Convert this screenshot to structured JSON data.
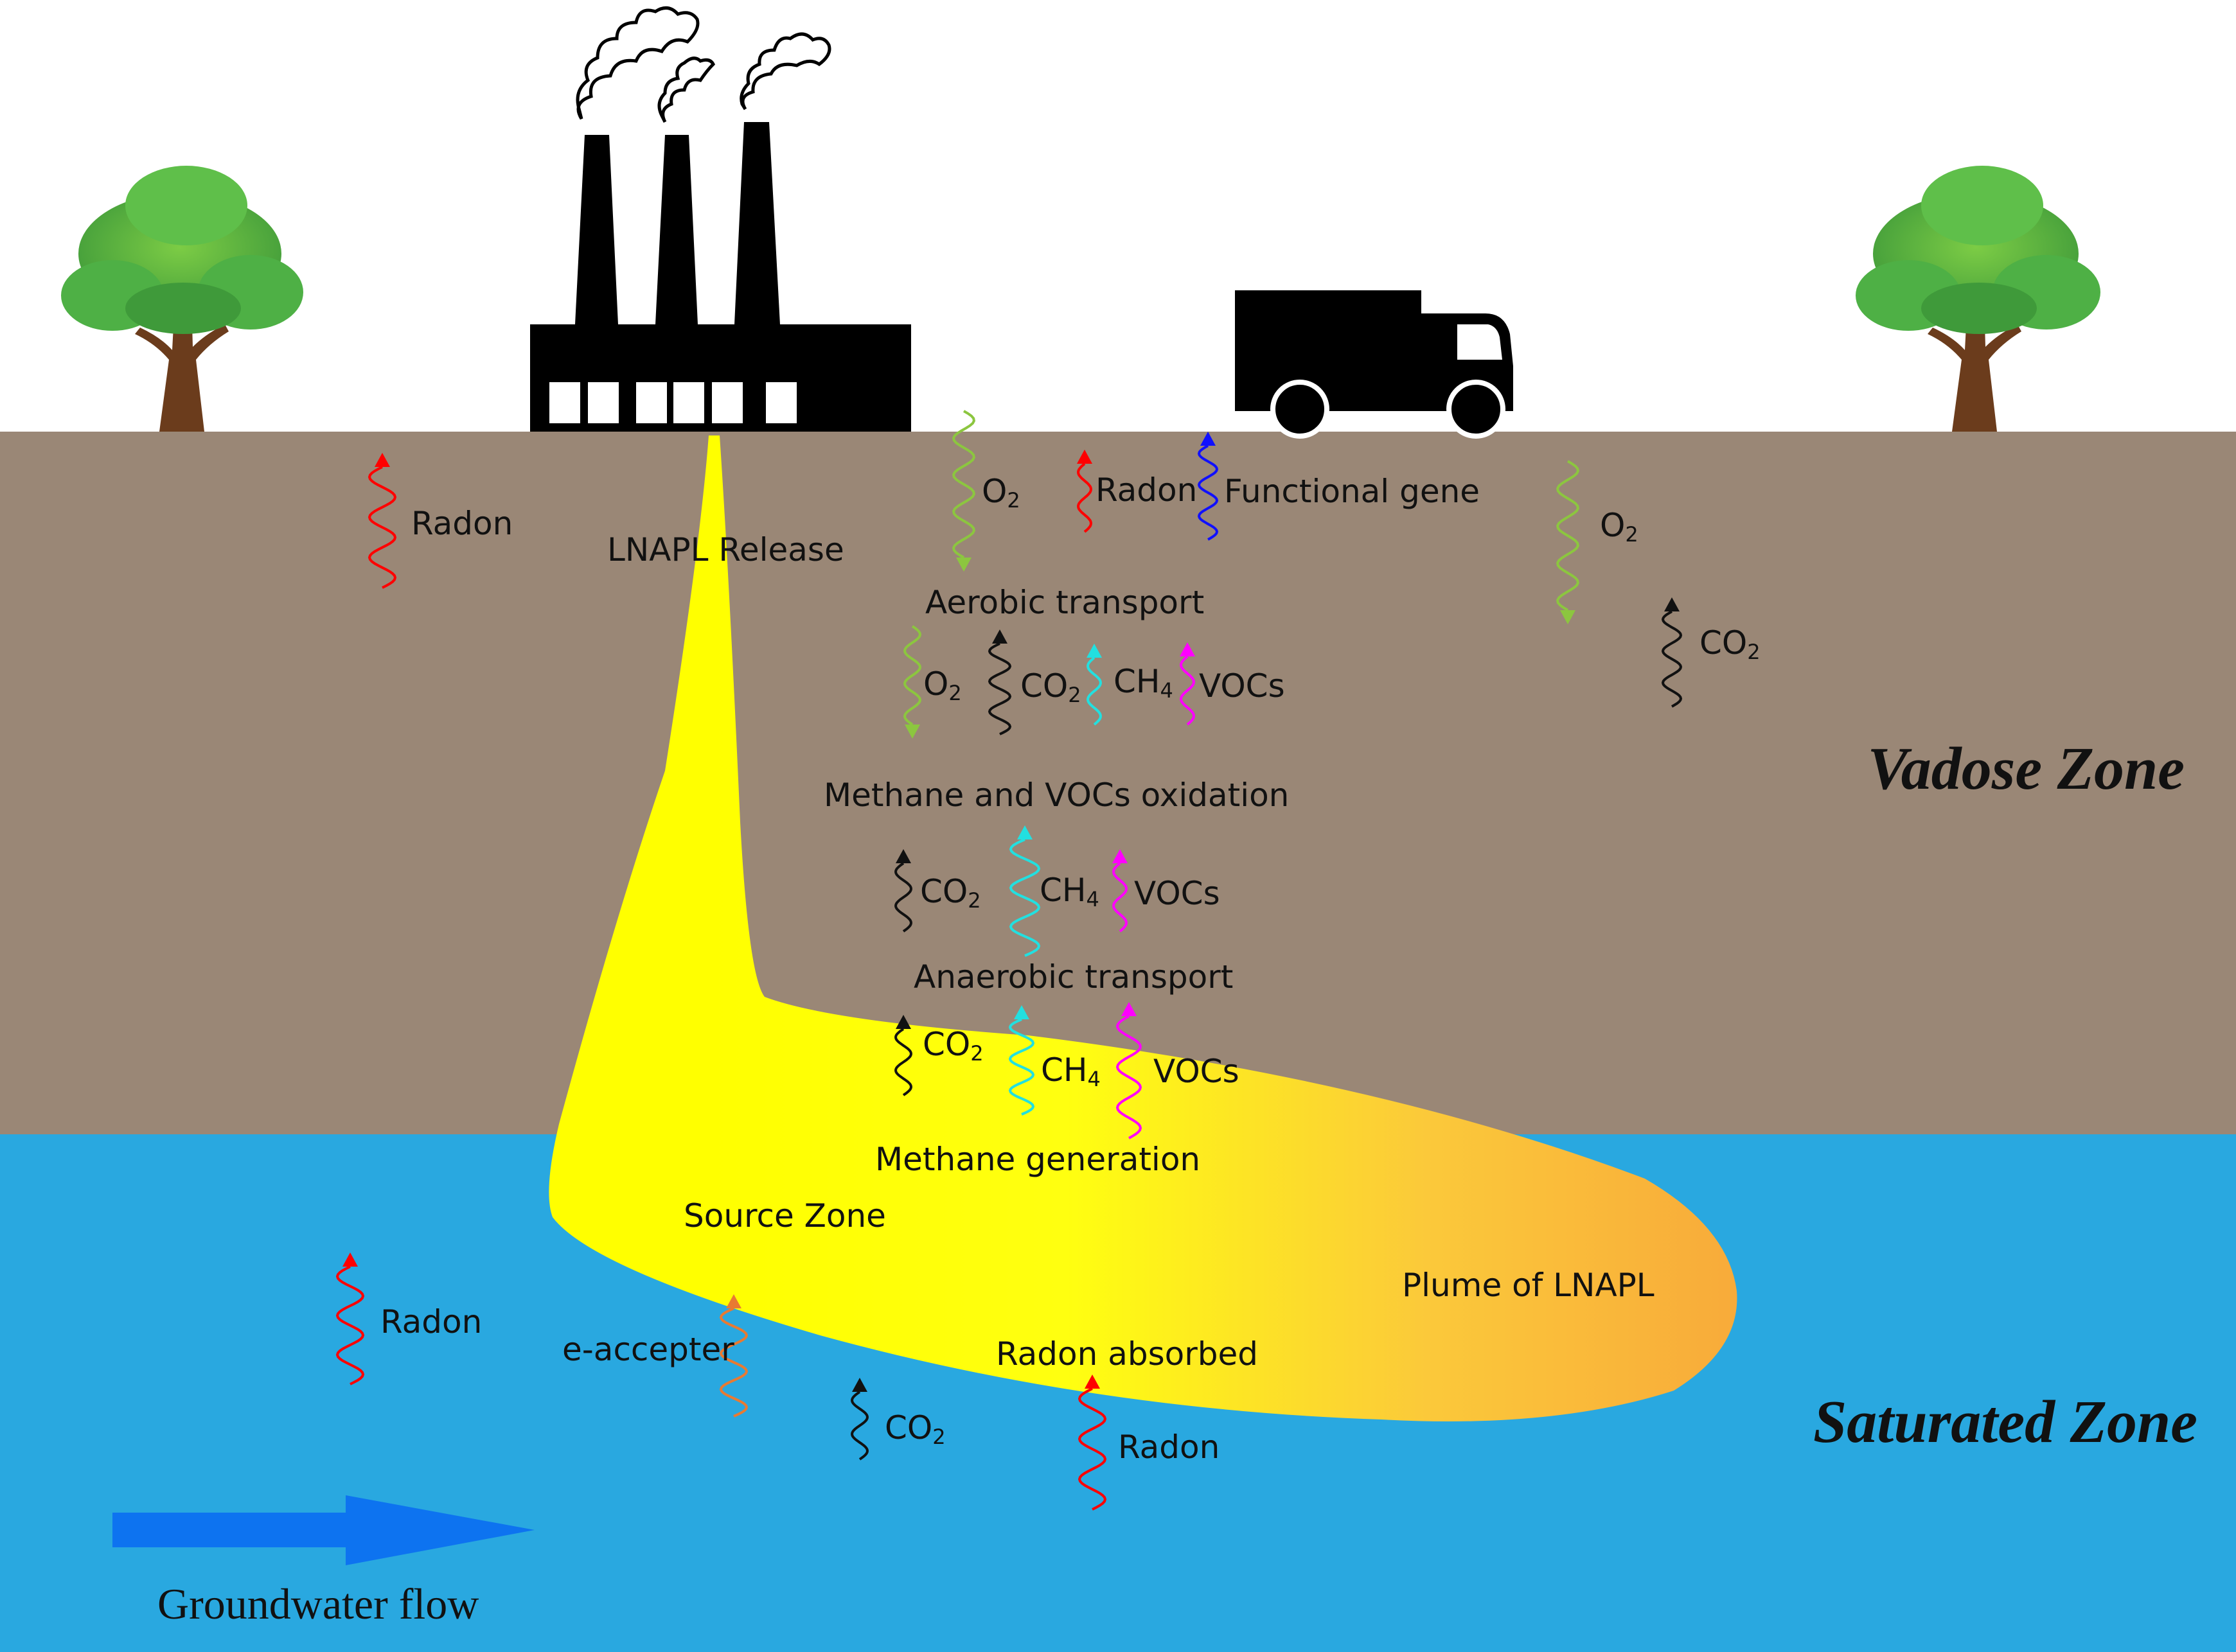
{
  "zones": {
    "vadose": "Vadose Zone",
    "saturated": "Saturated Zone"
  },
  "flow": {
    "label": "Groundwater flow"
  },
  "labels": {
    "lnapl_release": "LNAPL Release",
    "aerobic_transport": "Aerobic transport",
    "methane_vocs_oxidation": "Methane and VOCs oxidation",
    "anaerobic_transport": "Anaerobic transport",
    "methane_generation": "Methane generation",
    "source_zone": "Source Zone",
    "plume": "Plume of LNAPL",
    "radon_absorbed": "Radon absorbed",
    "e_accepter": "e-accepter",
    "functional_gene": "Functional gene"
  },
  "gases": {
    "radon": "Radon",
    "o2": "O",
    "co2": "CO",
    "ch4": "CH",
    "vocs": "VOCs",
    "sub2": "2",
    "sub4": "4"
  },
  "colors": {
    "sky": "#ffffff",
    "soil": "#9a8776",
    "water": "#29a8e0",
    "lnapl_yellow": "#ffff00",
    "plume_orange": "#f8ab3a",
    "radon": "#ff0000",
    "o2": "#8cc63f",
    "co2": "#111111",
    "ch4": "#22e0e0",
    "vocs": "#ff00ff",
    "functional_gene": "#1010ff",
    "e_accepter": "#e87a32",
    "flow_arrow": "#0d73f0",
    "tree_leaf": "#4eb045",
    "tree_trunk": "#6b3c1c",
    "silhouette": "#000000"
  }
}
